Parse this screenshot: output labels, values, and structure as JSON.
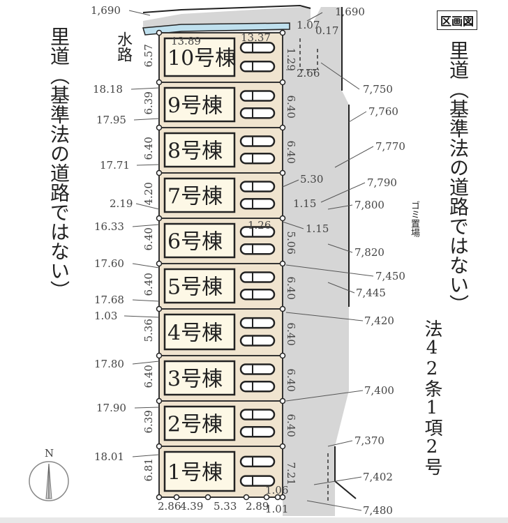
{
  "title": "区画図",
  "left_road": "里道（基準法の道路ではない）",
  "right_road": "里道（基準法の道路ではない）",
  "waterway": "水路",
  "legal_road": "法42条1項2号",
  "garbage": "ゴミ置場",
  "north": "N",
  "colors": {
    "lot": "#f0e4cf",
    "building": "#fdf8e6",
    "road": "#d6d6d6",
    "water": "#bfe0ee"
  },
  "lots": [
    {
      "label": "10号棟",
      "left_depth": "6.57",
      "right_depth": "1.29"
    },
    {
      "label": "9号棟",
      "left_depth": "6.39",
      "right_depth": "6.40"
    },
    {
      "label": "8号棟",
      "left_depth": "6.40",
      "right_depth": "6.40"
    },
    {
      "label": "7号棟",
      "left_depth": "4.20",
      "right_depth": ""
    },
    {
      "label": "6号棟",
      "left_depth": "6.40",
      "right_depth": "5.06"
    },
    {
      "label": "5号棟",
      "left_depth": "6.40",
      "right_depth": "6.40"
    },
    {
      "label": "4号棟",
      "left_depth": "5.36",
      "right_depth": "6.40"
    },
    {
      "label": "3号棟",
      "left_depth": "6.40",
      "right_depth": "6.40"
    },
    {
      "label": "2号棟",
      "left_depth": "6.39",
      "right_depth": "6.40"
    },
    {
      "label": "1号棟",
      "left_depth": "6.81",
      "right_depth": "7.21"
    }
  ],
  "left_labels": [
    "1,690",
    "18.18",
    "17.95",
    "17.71",
    "2.19",
    "16.33",
    "17.60",
    "17.68",
    "1.03",
    "17.80",
    "17.90",
    "18.01"
  ],
  "right_labels": [
    "1,690",
    "1.07",
    "0.17",
    "2.66",
    "7,750",
    "7,760",
    "7,770",
    "5.30",
    "7,790",
    "1.15",
    "7,800",
    "1.15",
    "7,820",
    "7,450",
    "7,445",
    "7,420",
    "7,400",
    "7,370",
    "7,402",
    "7,480"
  ],
  "inner_labels": [
    "13.89",
    "13.37",
    "1.26",
    "1.06"
  ],
  "bottom_labels": [
    "2.86",
    "4.39",
    "5.33",
    "2.89",
    "1.01"
  ]
}
